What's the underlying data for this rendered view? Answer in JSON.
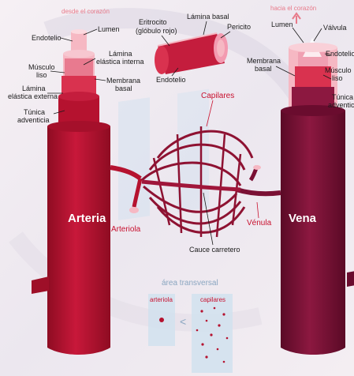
{
  "colors": {
    "artery": "#b5122f",
    "artery_light": "#e0506a",
    "vein": "#7a1034",
    "vein_light": "#a8325a",
    "lumen_pink": "#f4a3b3",
    "accent_red": "#c8102e",
    "panel_blue": "#cfe1ef"
  },
  "direction": {
    "from_heart": "desde el corazón",
    "to_heart": "hacia el corazón"
  },
  "vessels": {
    "artery": "Arteria",
    "vein": "Vena",
    "arteriole": "Arteriola",
    "venule": "Vénula",
    "capillaries": "Capilares",
    "thoroughfare": "Cauce carretero"
  },
  "artery_layers": {
    "endothelium": "Endotelio",
    "lumen": "Lumen",
    "smooth_muscle_1": "Músculo",
    "smooth_muscle_2": "liso",
    "internal_elastic_1": "Lámina",
    "internal_elastic_2": "elástica interna",
    "basal_membrane_1": "Membrana",
    "basal_membrane_2": "basal",
    "external_elastic_1": "Lámina",
    "external_elastic_2": "elástica externa",
    "adventitia_1": "Túnica",
    "adventitia_2": "adventicia"
  },
  "capillary_detail": {
    "erythrocyte_1": "Eritrocito",
    "erythrocyte_2": "(glóbulo rojo)",
    "basal_lamina": "Lámina basal",
    "pericyte": "Pericito",
    "endothelium": "Endotelio"
  },
  "vein_layers": {
    "lumen": "Lumen",
    "valve": "Válvula",
    "endothelium": "Endotelio",
    "basal_membrane_1": "Membrana",
    "basal_membrane_2": "basal",
    "smooth_muscle_1": "Músculo",
    "smooth_muscle_2": "liso",
    "adventitia_1": "Túnica",
    "adventitia_2": "adventicia"
  },
  "cross_section": {
    "title": "área transversal",
    "arteriole": "arteriola",
    "capillaries": "capilares",
    "comparison": "<"
  }
}
